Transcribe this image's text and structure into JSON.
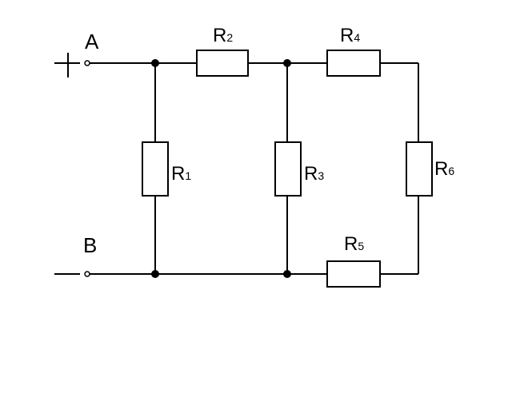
{
  "terminals": {
    "a": {
      "label": "A",
      "polarity": "+"
    },
    "b": {
      "label": "B",
      "polarity": "−"
    }
  },
  "resistors": [
    {
      "id": "r1",
      "letter": "R",
      "sub": "1"
    },
    {
      "id": "r2",
      "letter": "R",
      "sub": "2"
    },
    {
      "id": "r3",
      "letter": "R",
      "sub": "3"
    },
    {
      "id": "r4",
      "letter": "R",
      "sub": "4"
    },
    {
      "id": "r5",
      "letter": "R",
      "sub": "5"
    },
    {
      "id": "r6",
      "letter": "R",
      "sub": "6"
    }
  ],
  "colors": {
    "stroke": "#000000",
    "background": "#ffffff"
  }
}
